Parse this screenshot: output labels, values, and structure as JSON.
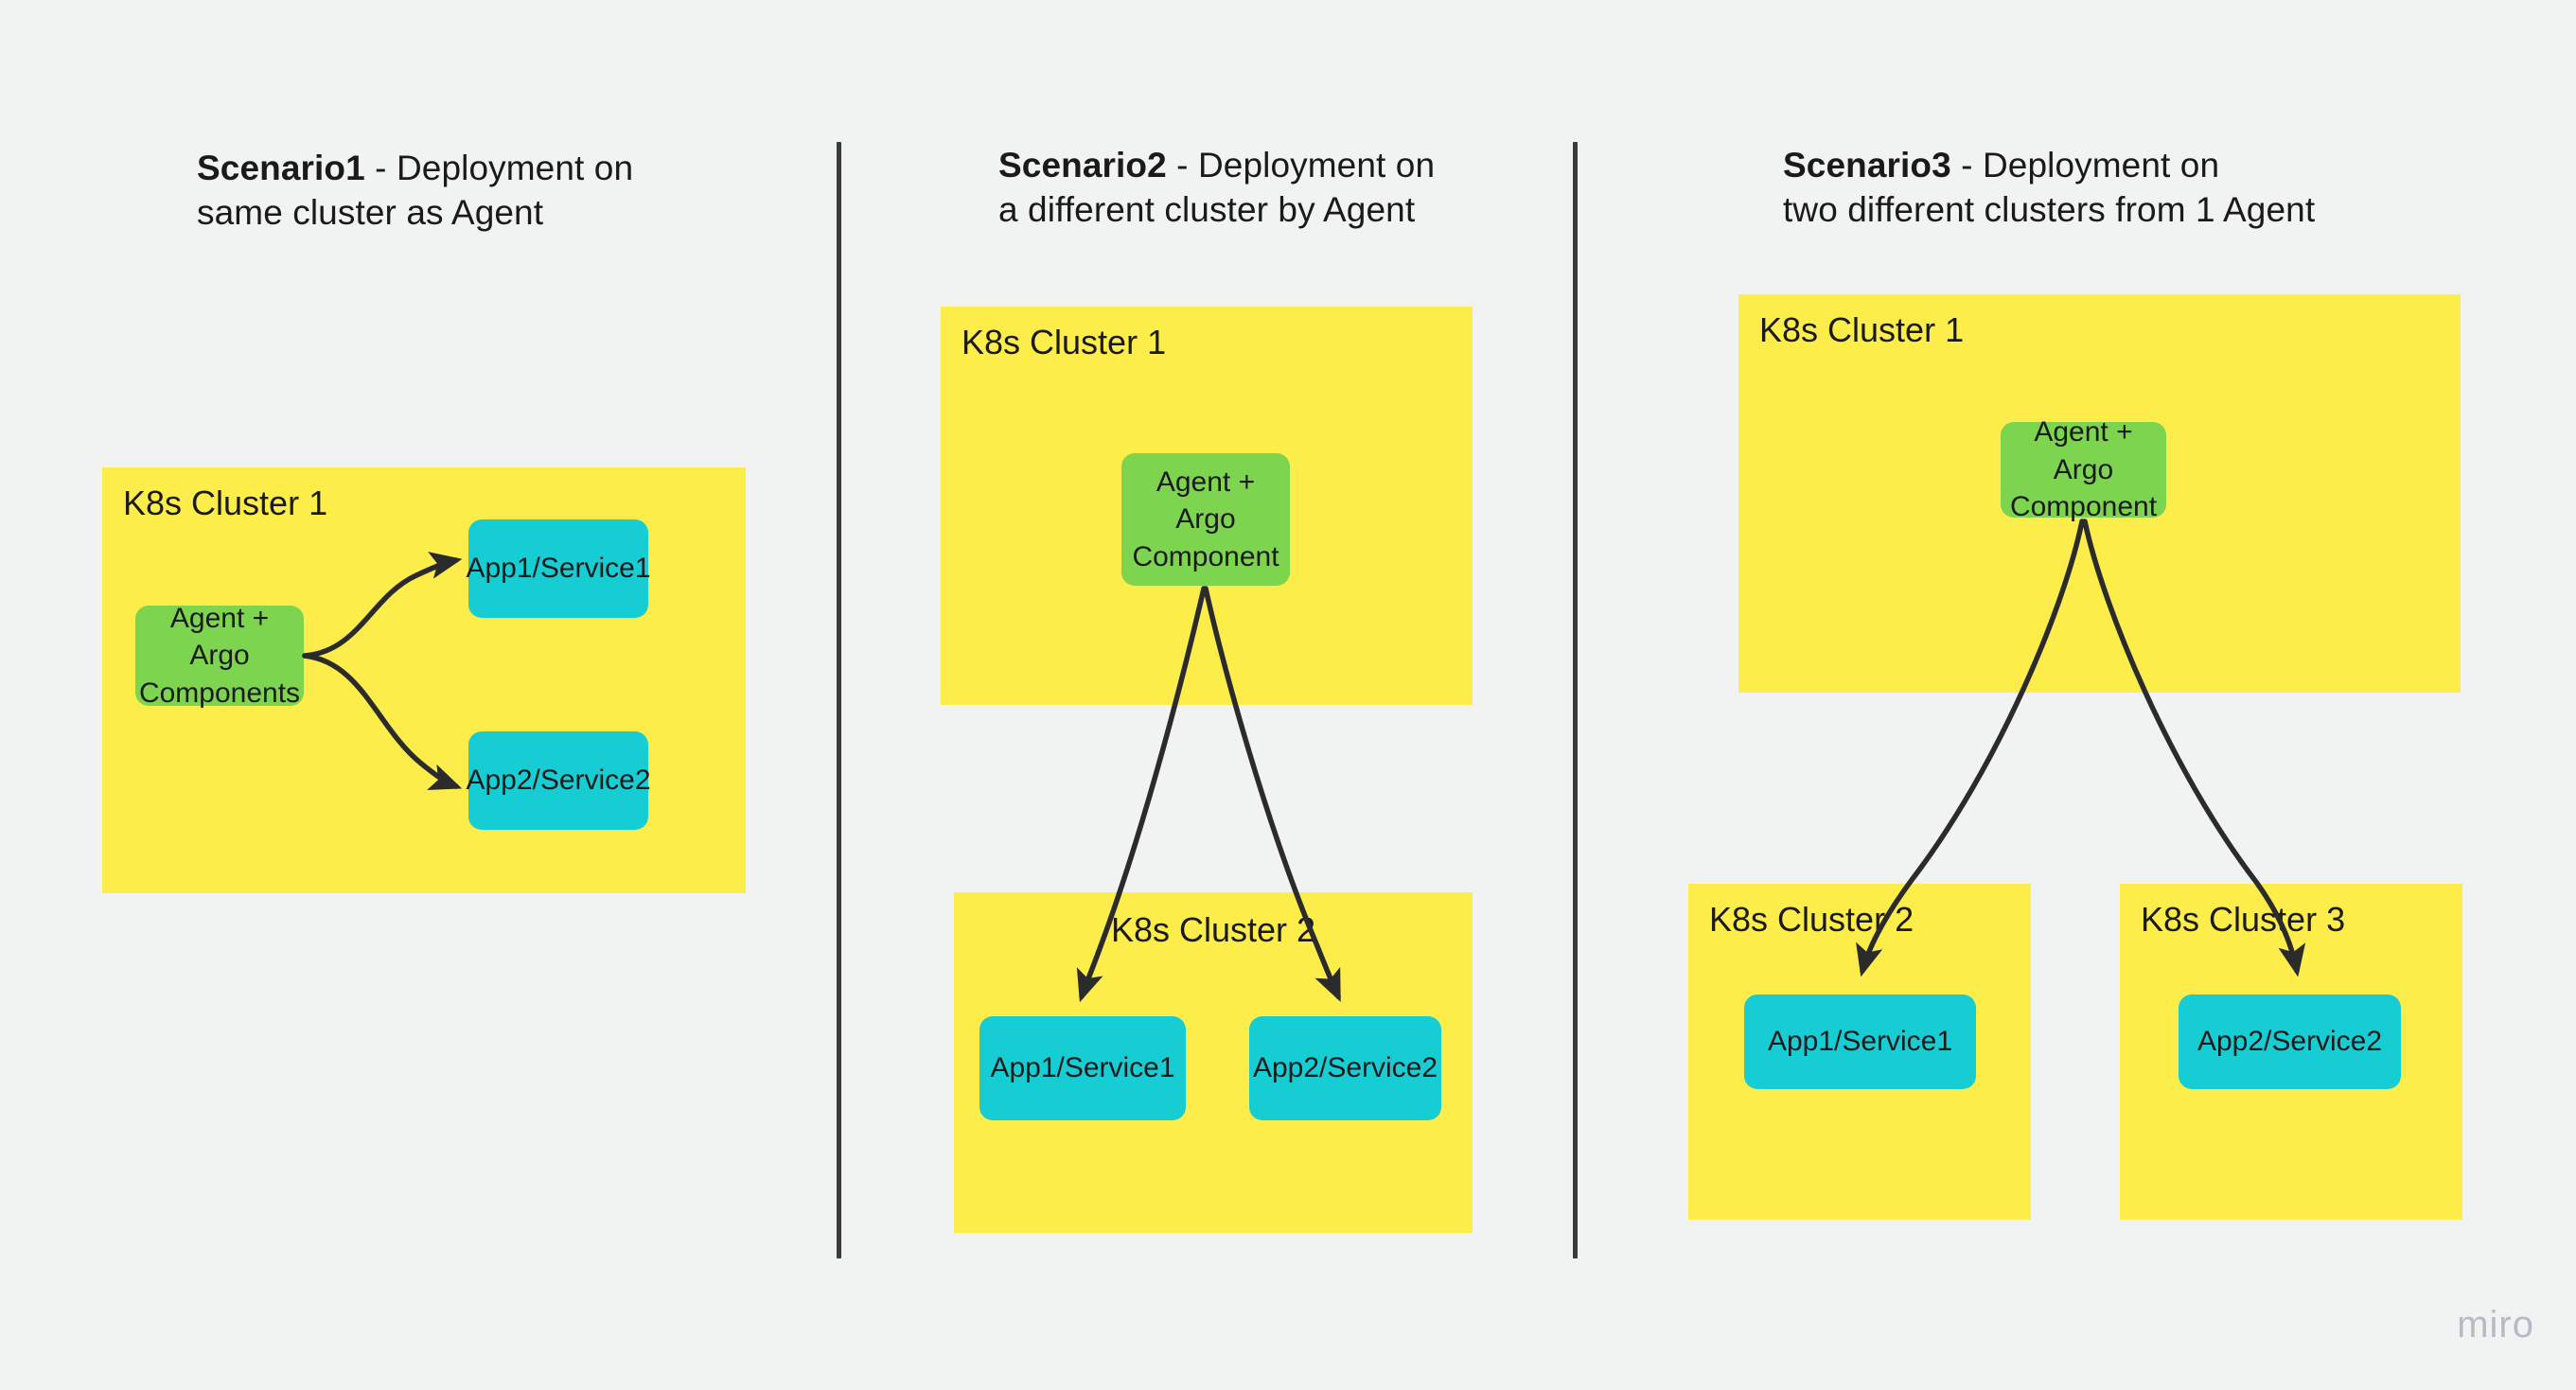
{
  "board": {
    "background_color": "#f1f2f2",
    "watermark": "miro"
  },
  "palette": {
    "cluster_yellow": "#fced4b",
    "agent_green": "#7dd44f",
    "app_cyan": "#16cdd4",
    "arrow_dark": "#2b2b2b",
    "divider_dark": "#3a3a3a",
    "text_dark": "#1a1a1a",
    "watermark_gray": "#b9b9c3"
  },
  "scenarios": [
    {
      "id": "scenario1",
      "title_strong": "Scenario1",
      "title_rest": " - Deployment on\nsame cluster as Agent",
      "clusters": [
        {
          "id": "s1-cluster1",
          "label": "K8s Cluster 1",
          "label_align": "left"
        }
      ],
      "nodes": [
        {
          "id": "s1-agent",
          "label": "Agent + Argo\nComponents",
          "type": "agent"
        },
        {
          "id": "s1-app1",
          "label": "App1/Service1",
          "type": "app"
        },
        {
          "id": "s1-app2",
          "label": "App2/Service2",
          "type": "app"
        }
      ]
    },
    {
      "id": "scenario2",
      "title_strong": "Scenario2",
      "title_rest": " - Deployment on\na different cluster by Agent",
      "clusters": [
        {
          "id": "s2-cluster1",
          "label": "K8s Cluster 1",
          "label_align": "left"
        },
        {
          "id": "s2-cluster2",
          "label": "K8s Cluster 2",
          "label_align": "center"
        }
      ],
      "nodes": [
        {
          "id": "s2-agent",
          "label": "Agent +\nArgo\nComponent",
          "type": "agent"
        },
        {
          "id": "s2-app1",
          "label": "App1/Service1",
          "type": "app"
        },
        {
          "id": "s2-app2",
          "label": "App2/Service2",
          "type": "app"
        }
      ]
    },
    {
      "id": "scenario3",
      "title_strong": "Scenario3",
      "title_rest": " - Deployment on\ntwo different clusters from 1 Agent",
      "clusters": [
        {
          "id": "s3-cluster1",
          "label": "K8s Cluster 1",
          "label_align": "left"
        },
        {
          "id": "s3-cluster2",
          "label": "K8s Cluster 2",
          "label_align": "left"
        },
        {
          "id": "s3-cluster3",
          "label": "K8s Cluster 3",
          "label_align": "left"
        }
      ],
      "nodes": [
        {
          "id": "s3-agent",
          "label": "Agent +\nArgo\nComponent",
          "type": "agent"
        },
        {
          "id": "s3-app1",
          "label": "App1/Service1",
          "type": "app"
        },
        {
          "id": "s3-app2",
          "label": "App2/Service2",
          "type": "app"
        }
      ]
    }
  ]
}
